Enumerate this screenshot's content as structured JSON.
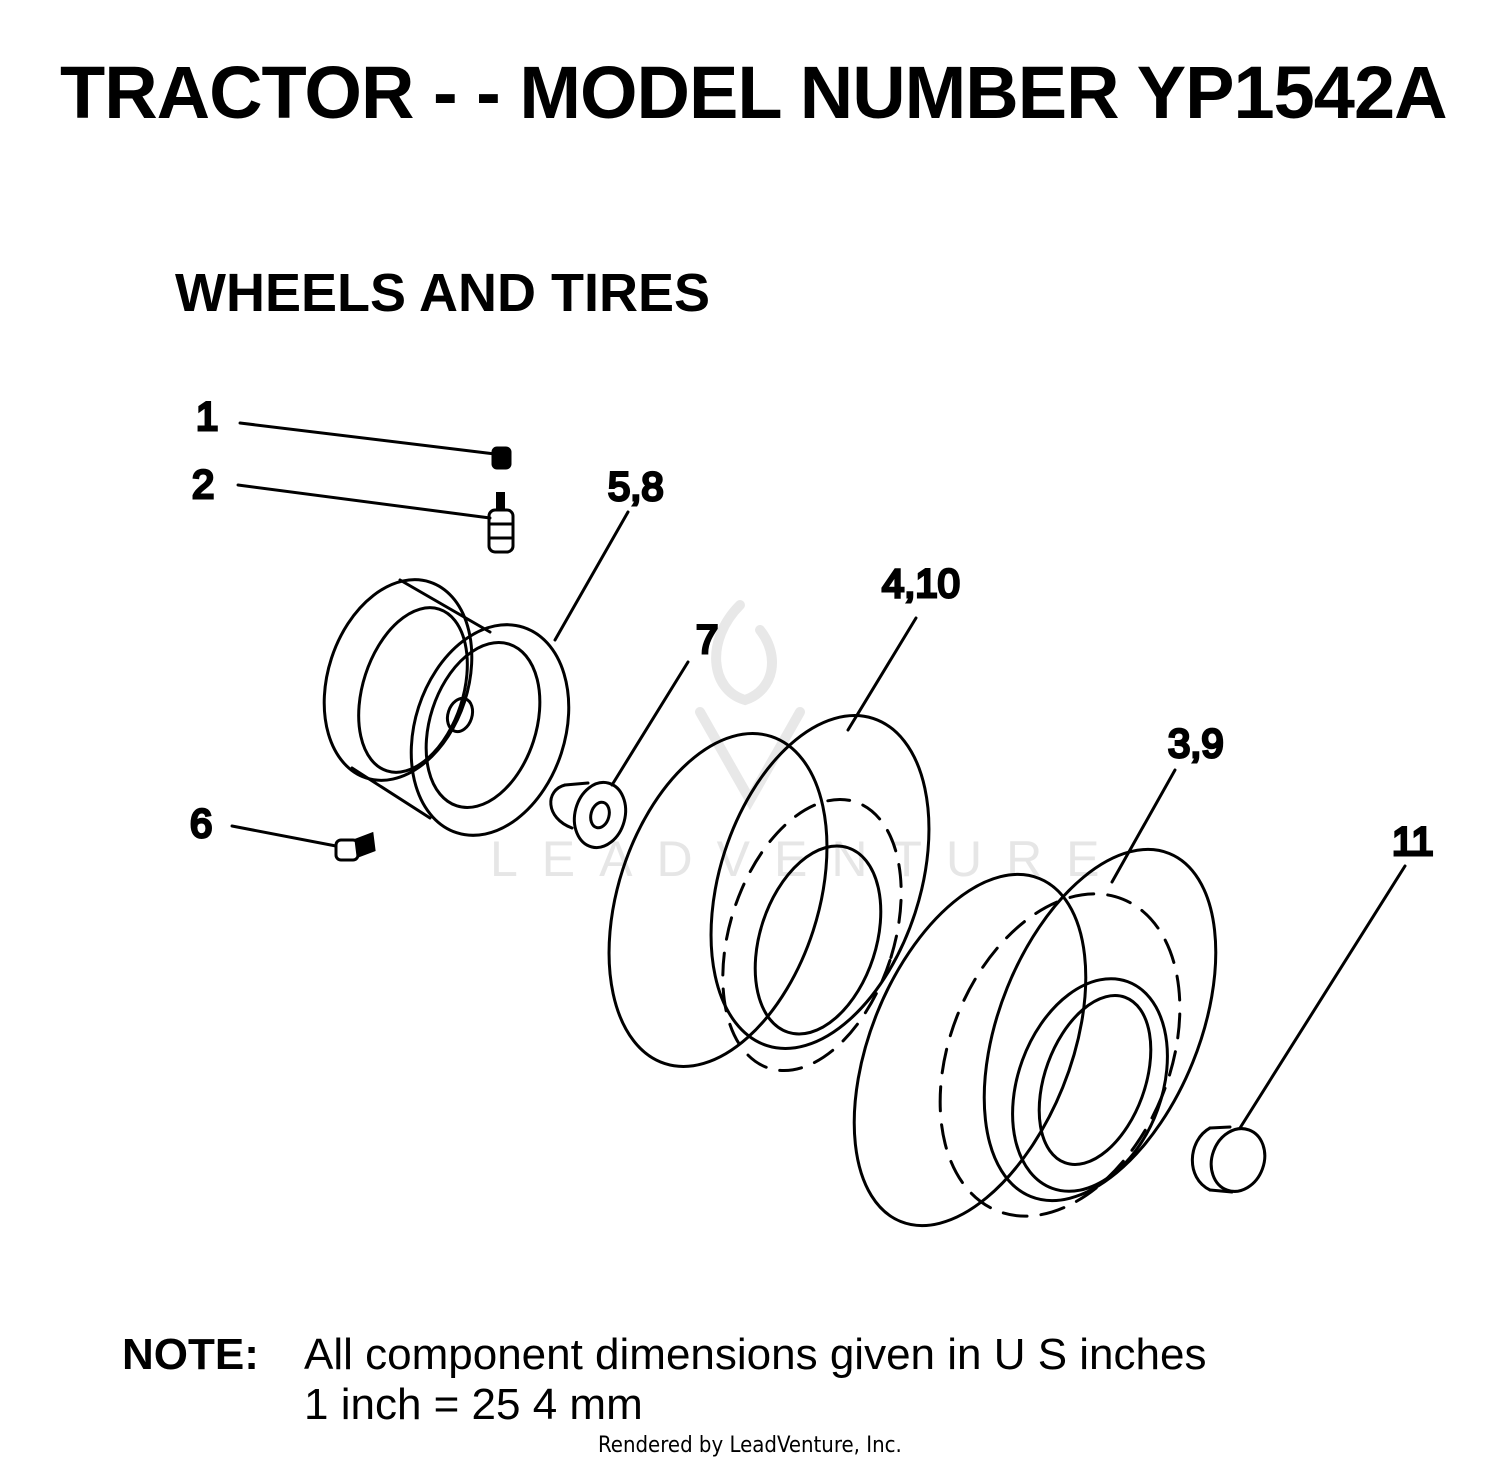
{
  "title": "TRACTOR - - MODEL NUMBER YP1542A",
  "section_title": "WHEELS AND TIRES",
  "callouts": {
    "c1": "1",
    "c2": "2",
    "c5_8": "5,8",
    "c4_10": "4,10",
    "c7": "7",
    "c3_9": "3,9",
    "c6": "6",
    "c11": "11"
  },
  "watermark": "LEADVENTURE",
  "note": {
    "label": "NOTE:",
    "line1": "All component dimensions given in U S  inches",
    "line2": "1 inch = 25 4 mm"
  },
  "credit": "Rendered by LeadVenture, Inc."
}
